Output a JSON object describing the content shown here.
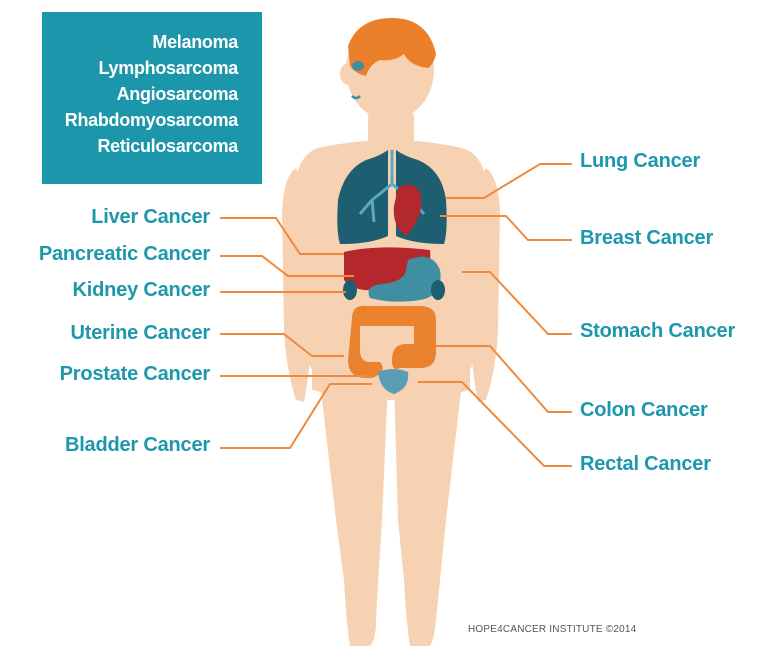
{
  "sarcoma_box": {
    "lines": [
      "Melanoma",
      "Lymphosarcoma",
      "Angiosarcoma",
      "Rhabdomyosarcoma",
      "Reticulosarcoma"
    ]
  },
  "left_labels": {
    "liver": "Liver Cancer",
    "pancreatic": "Pancreatic Cancer",
    "kidney": "Kidney Cancer",
    "uterine": "Uterine Cancer",
    "prostate": "Prostate Cancer",
    "bladder": "Bladder Cancer"
  },
  "right_labels": {
    "lung": "Lung Cancer",
    "breast": "Breast Cancer",
    "stomach": "Stomach Cancer",
    "colon": "Colon Cancer",
    "rectal": "Rectal Cancer"
  },
  "credit": "HOPE4CANCER INSTITUTE ©2014",
  "colors": {
    "skin": "#f6d2b2",
    "hair": "#ec7f2a",
    "label": "#1d97ab",
    "box": "#1b96ab",
    "leader": "#ef8a3c",
    "lung": "#1d5e70",
    "liver": "#b3272d",
    "stomach": "#3f8ea2",
    "intestine": "#ea812c",
    "bladder": "#5a9bb5"
  }
}
